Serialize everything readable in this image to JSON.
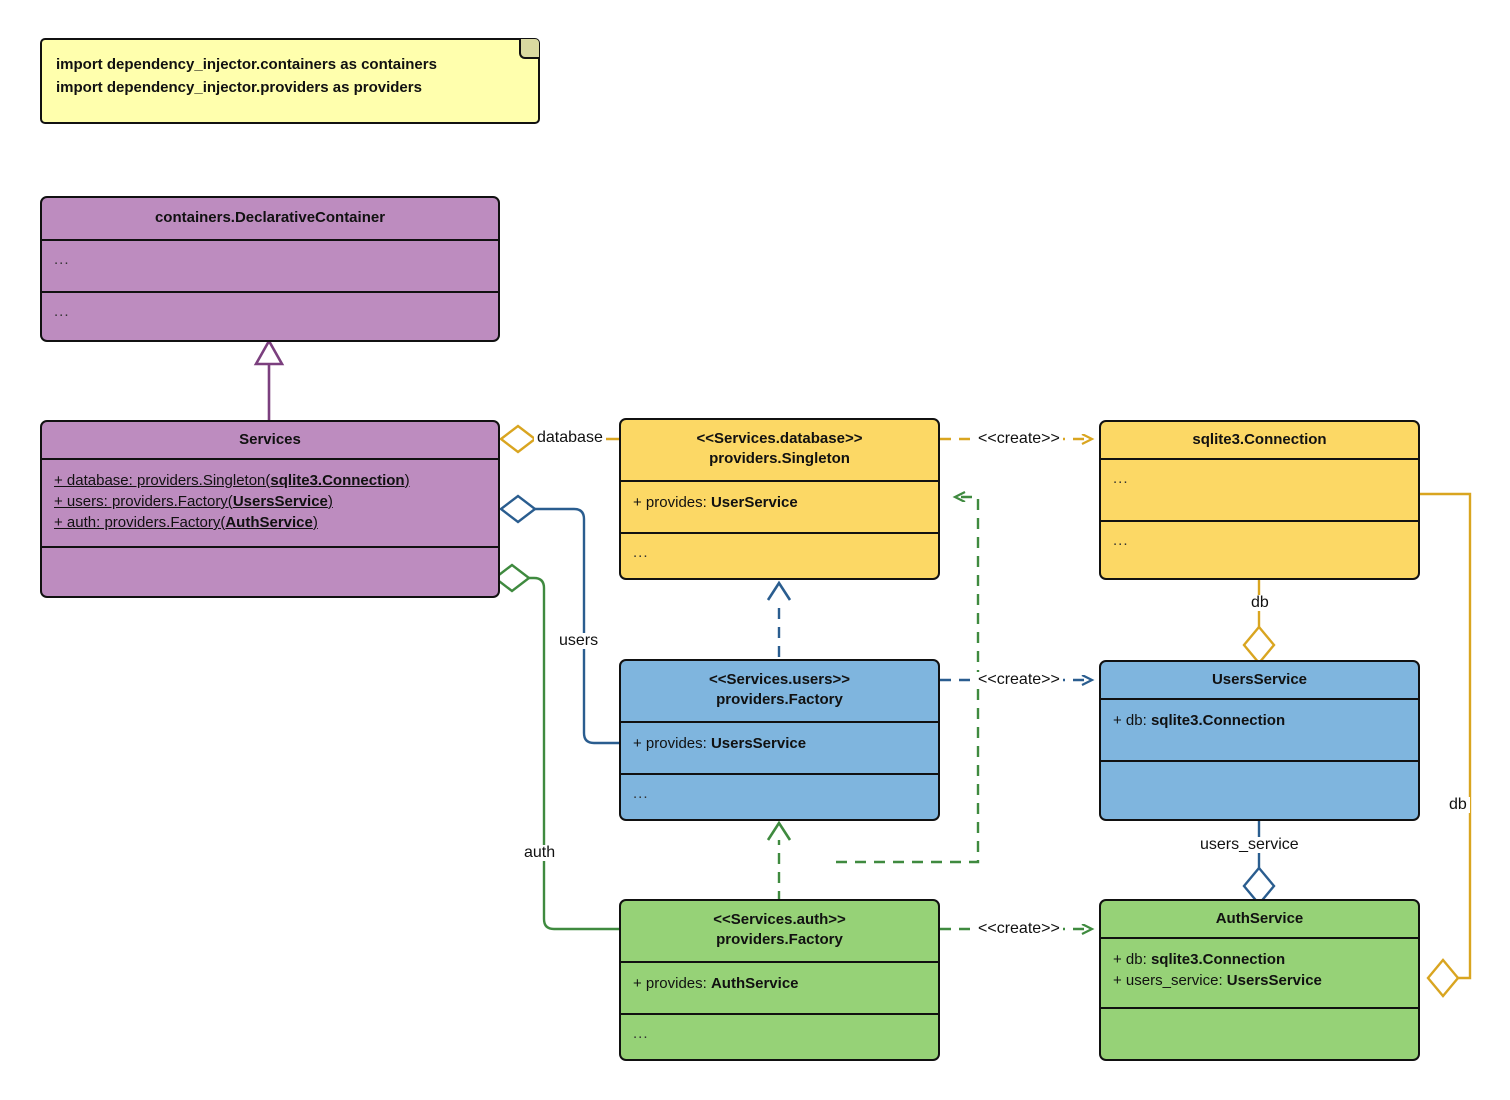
{
  "diagram": {
    "title": "dependency_injector containers UML class diagram",
    "note": {
      "line1": "import dependency_injector.containers as containers",
      "line2": "import dependency_injector.providers as providers"
    },
    "colors": {
      "purple": "#bd8cbf",
      "yellow": "#fcd865",
      "blue": "#7fb5de",
      "green": "#96d277",
      "note": "#ffffad",
      "purple_edge": "#7b3f7e",
      "yellow_edge": "#d9a520",
      "blue_edge": "#2a5d8f",
      "green_edge": "#3f8a3f",
      "outline": "#111111"
    },
    "classes": [
      {
        "id": "declarative-container",
        "color": "purple",
        "title": "containers.DeclarativeContainer",
        "title2": "",
        "attributes": [],
        "attributes_placeholder": "...",
        "operations_placeholder": "..."
      },
      {
        "id": "services",
        "color": "purple",
        "title": "Services",
        "title2": "",
        "attributes": [
          "+ database: providers.Singleton(sqlite3.Connection)",
          "+ users: providers.Factory(UsersService)",
          "+ auth: providers.Factory(AuthService)"
        ],
        "attributes_placeholder": "",
        "operations_placeholder": ""
      },
      {
        "id": "services-database",
        "color": "yellow",
        "title": "<<Services.database>>",
        "title2": "providers.Singleton",
        "attributes": [
          "+ provides: UserService"
        ],
        "attributes_placeholder": "",
        "operations_placeholder": "..."
      },
      {
        "id": "sqlite3-connection",
        "color": "yellow",
        "title": "sqlite3.Connection",
        "title2": "",
        "attributes": [],
        "attributes_placeholder": "...",
        "operations_placeholder": "..."
      },
      {
        "id": "services-users",
        "color": "blue",
        "title": "<<Services.users>>",
        "title2": "providers.Factory",
        "attributes": [
          "+ provides: UsersService"
        ],
        "attributes_placeholder": "",
        "operations_placeholder": "..."
      },
      {
        "id": "users-service",
        "color": "blue",
        "title": "UsersService",
        "title2": "",
        "attributes": [
          "+ db: sqlite3.Connection"
        ],
        "attributes_placeholder": "",
        "operations_placeholder": ""
      },
      {
        "id": "services-auth",
        "color": "green",
        "title": "<<Services.auth>>",
        "title2": "providers.Factory",
        "attributes": [
          "+ provides: AuthService"
        ],
        "attributes_placeholder": "",
        "operations_placeholder": "..."
      },
      {
        "id": "auth-service",
        "color": "green",
        "title": "AuthService",
        "title2": "",
        "attributes": [
          "+ db: sqlite3.Connection",
          "+ users_service: UsersService"
        ],
        "attributes_placeholder": "",
        "operations_placeholder": ""
      }
    ],
    "edge_labels": {
      "database": "database",
      "users": "users",
      "auth": "auth",
      "create_database": "<<create>>",
      "create_users": "<<create>>",
      "create_auth": "<<create>>",
      "db_users_service": "db",
      "db_auth_service": "db",
      "users_service": "users_service"
    },
    "class_text": {
      "declarative_container": {
        "title": "containers.DeclarativeContainer",
        "attrs_dots": "...",
        "ops_dots": "..."
      },
      "services": {
        "title": "Services",
        "attr1_pre": "+ database: providers.Singleton(",
        "attr1_bold": "sqlite3.Connection",
        "attr1_post": ")",
        "attr2_pre": "+ users: providers.Factory(",
        "attr2_bold": "UsersService",
        "attr2_post": ")",
        "attr3_pre": "+ auth: providers.Factory(",
        "attr3_bold": "AuthService",
        "attr3_post": ")"
      },
      "services_database": {
        "title1": "<<Services.database>>",
        "title2": "providers.Singleton",
        "attr_pre": "+ provides: ",
        "attr_bold": "UserService",
        "ops_dots": "..."
      },
      "sqlite3_connection": {
        "title": "sqlite3.Connection",
        "attrs_dots": "...",
        "ops_dots": "..."
      },
      "services_users": {
        "title1": "<<Services.users>>",
        "title2": "providers.Factory",
        "attr_pre": "+ provides: ",
        "attr_bold": "UsersService",
        "ops_dots": "..."
      },
      "users_service": {
        "title": "UsersService",
        "attr_pre": "+ db: ",
        "attr_bold": "sqlite3.Connection"
      },
      "services_auth": {
        "title1": "<<Services.auth>>",
        "title2": "providers.Factory",
        "attr_pre": "+ provides: ",
        "attr_bold": "AuthService",
        "ops_dots": "..."
      },
      "auth_service": {
        "title": "AuthService",
        "attr1_pre": "+ db: ",
        "attr1_bold": "sqlite3.Connection",
        "attr2_pre": "+ users_service: ",
        "attr2_bold": "UsersService"
      }
    }
  }
}
